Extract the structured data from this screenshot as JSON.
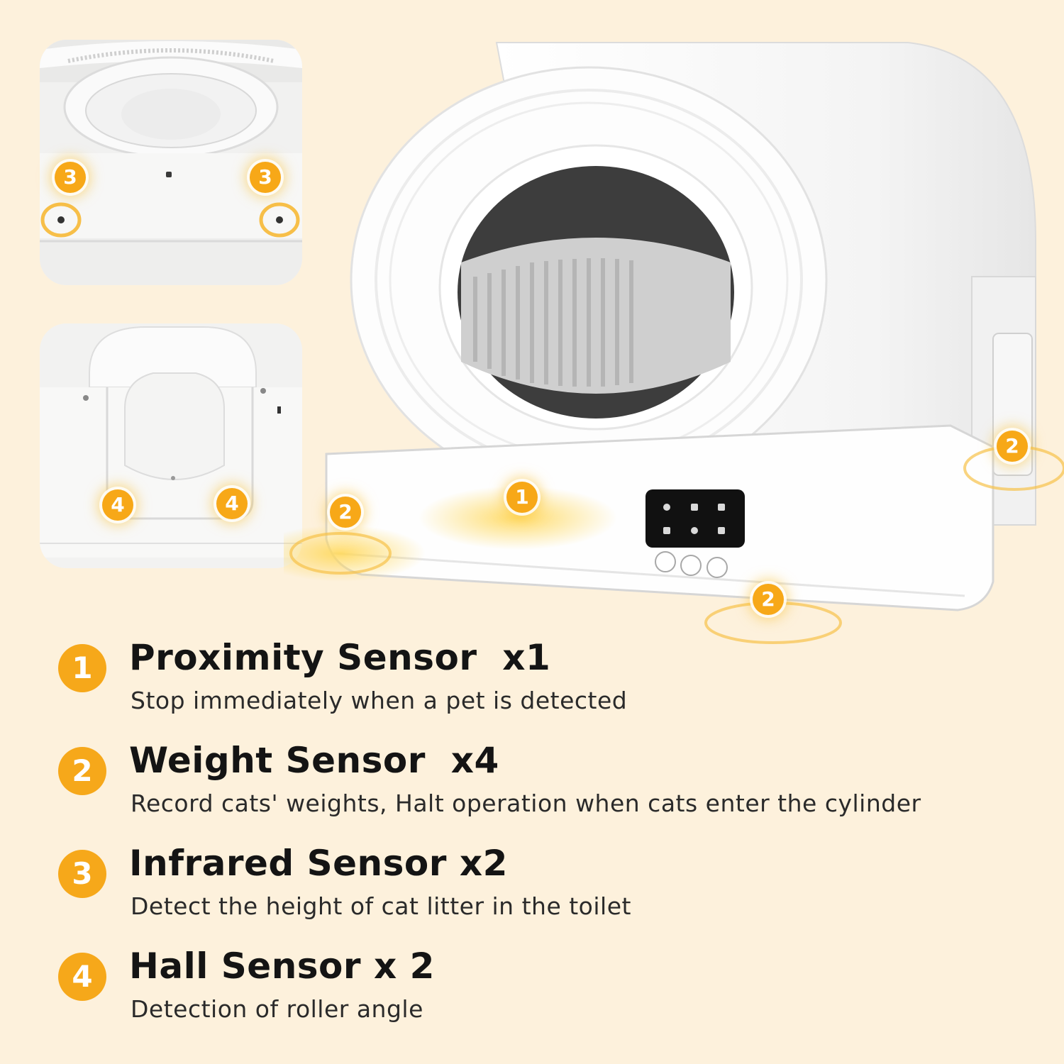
{
  "colors": {
    "background": "#fdf1dc",
    "accent": "#f6a81a",
    "device": "#ffffff",
    "title_text": "#141414"
  },
  "callouts": {
    "inset_top": [
      "3",
      "3"
    ],
    "inset_bottom": [
      "4",
      "4"
    ],
    "device": [
      "1",
      "2",
      "2",
      "2"
    ]
  },
  "sensors": [
    {
      "number": "1",
      "title": "Proximity Sensor  x1",
      "description": "Stop immediately when a pet is detected"
    },
    {
      "number": "2",
      "title": "Weight Sensor  x4",
      "description": "Record cats' weights, Halt operation when cats enter the cylinder"
    },
    {
      "number": "3",
      "title": "Infrared Sensor x2",
      "description": "Detect the height of cat litter in the toilet"
    },
    {
      "number": "4",
      "title": "Hall Sensor x 2",
      "description": "Detection of roller angle"
    }
  ]
}
